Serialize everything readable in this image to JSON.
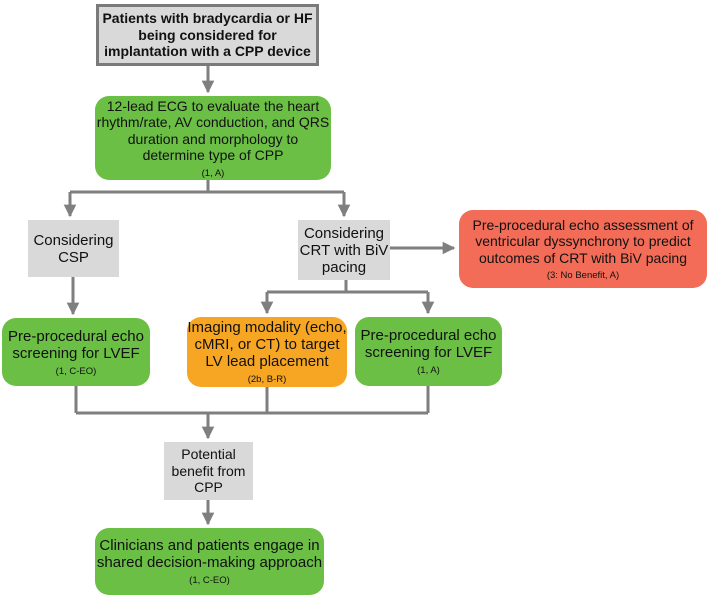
{
  "colors": {
    "green": "#6bbf45",
    "gray": "#d9d9d9",
    "orange": "#f6a623",
    "red": "#f26c57",
    "arrow": "#7f7f7f"
  },
  "nodes": {
    "start": {
      "text": "Patients with bradycardia or HF being considered for implantation with a CPP device"
    },
    "ecg": {
      "text": "12-lead ECG to evaluate the heart rhythm/rate, AV conduction, and QRS duration and morphology to determine type of CPP",
      "cls": "(1, A)"
    },
    "csp": {
      "text": "Considering CSP"
    },
    "crt": {
      "text": "Considering CRT with BiV pacing"
    },
    "dyssync": {
      "text": "Pre-procedural echo assessment of ventricular dyssynchrony to predict outcomes of CRT with BiV pacing",
      "cls": "(3: No Benefit, A)"
    },
    "lvef_csp": {
      "text": "Pre-procedural echo screening for LVEF",
      "cls": "(1, C-EO)"
    },
    "imaging": {
      "text": "Imaging modality (echo, cMRI, or CT) to target LV lead placement",
      "cls": "(2b, B-R)"
    },
    "lvef_crt": {
      "text": "Pre-procedural echo screening for LVEF",
      "cls": "(1, A)"
    },
    "benefit": {
      "text": "Potential benefit from CPP"
    },
    "shared": {
      "text": "Clinicians and patients engage in shared decision-making approach",
      "cls": "(1, C-EO)"
    }
  }
}
